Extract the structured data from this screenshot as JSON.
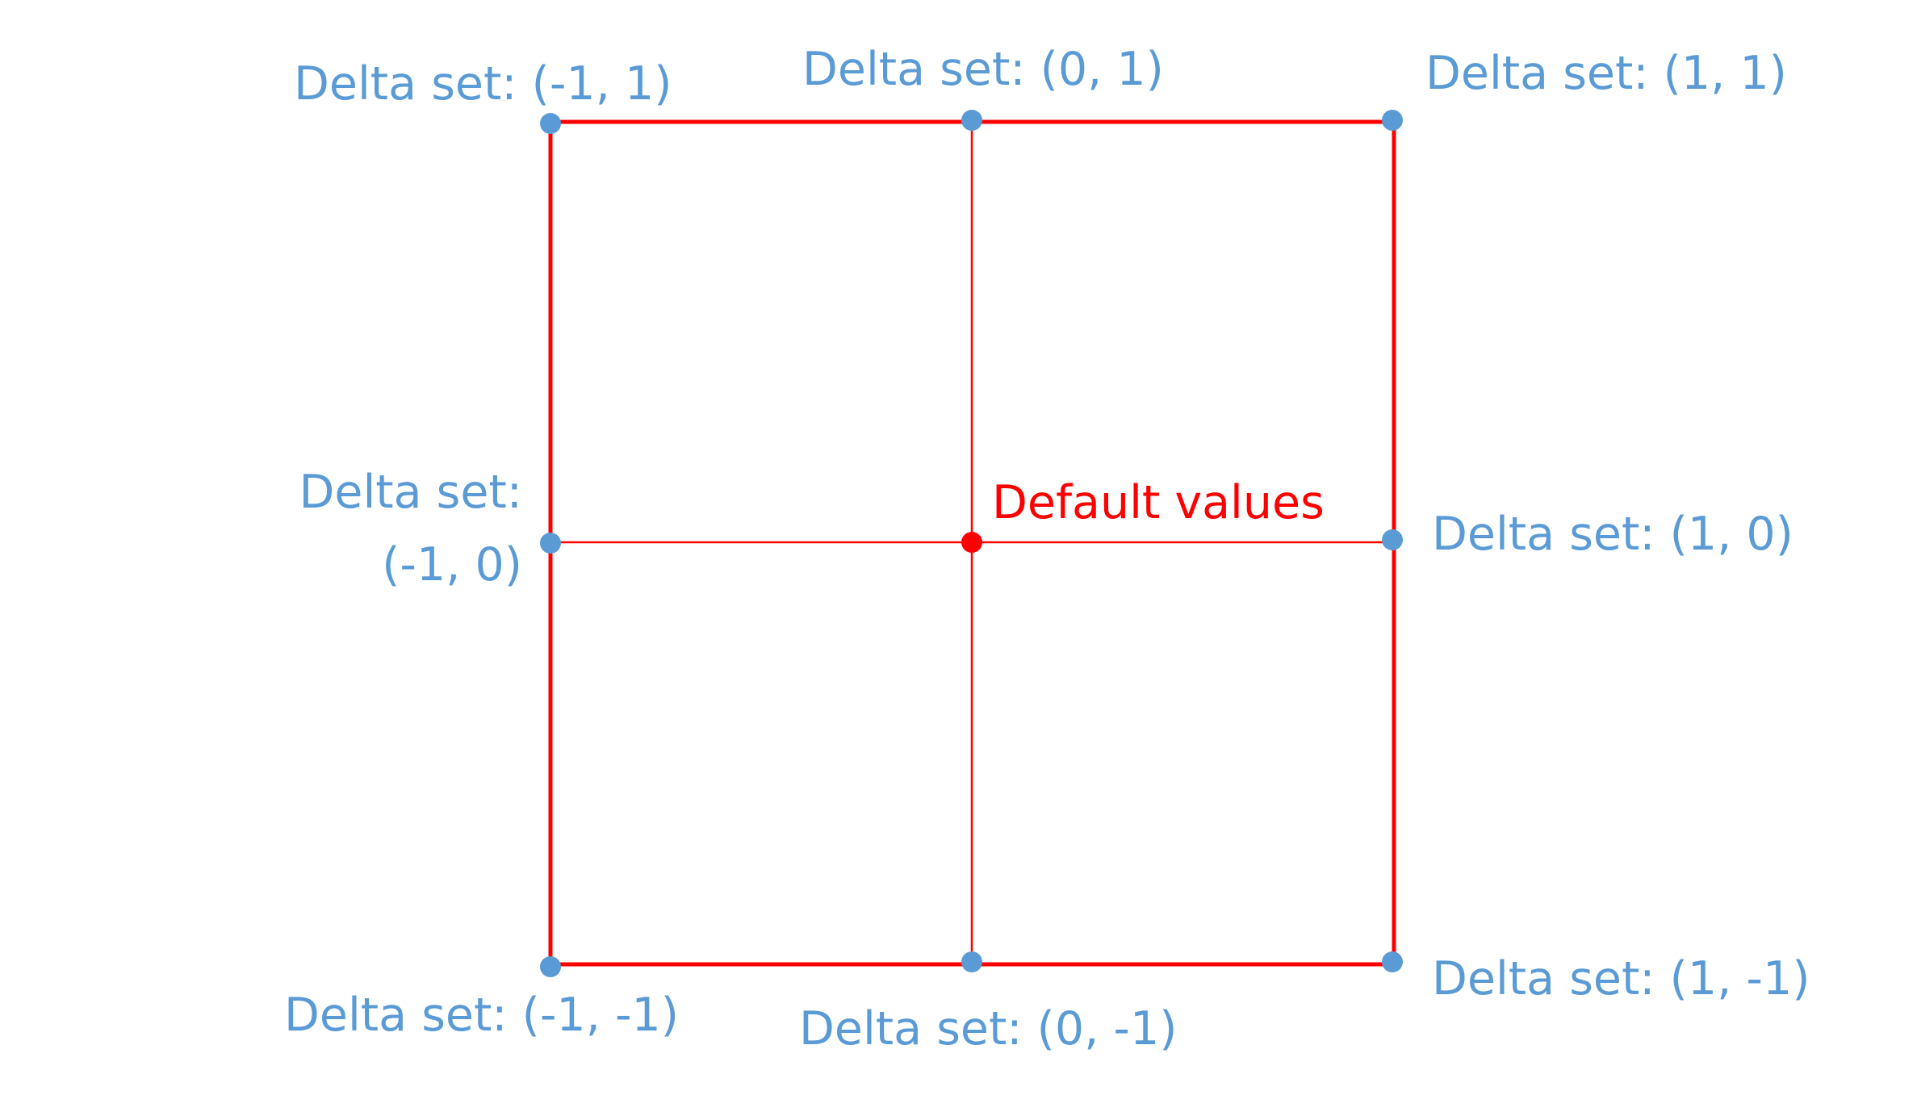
{
  "colors": {
    "frame": "#ff0000",
    "point": "#5b9bd5",
    "label": "#5b9bd5",
    "default": "#ff0000",
    "background": "#ffffff"
  },
  "points": [
    {
      "id": "tl",
      "label": "Delta set: (-1, 1)"
    },
    {
      "id": "tm",
      "label": "Delta set: (0, 1)"
    },
    {
      "id": "tr",
      "label": "Delta set: (1, 1)"
    },
    {
      "id": "ml",
      "label_line1": "Delta set:",
      "label_line2": "(-1, 0)"
    },
    {
      "id": "mr",
      "label": "Delta set: (1, 0)"
    },
    {
      "id": "bl",
      "label": "Delta set: (-1, -1)"
    },
    {
      "id": "bm",
      "label": "Delta set: (0, -1)"
    },
    {
      "id": "br",
      "label": "Delta set: (1, -1)"
    }
  ],
  "center": {
    "label": "Default values"
  }
}
